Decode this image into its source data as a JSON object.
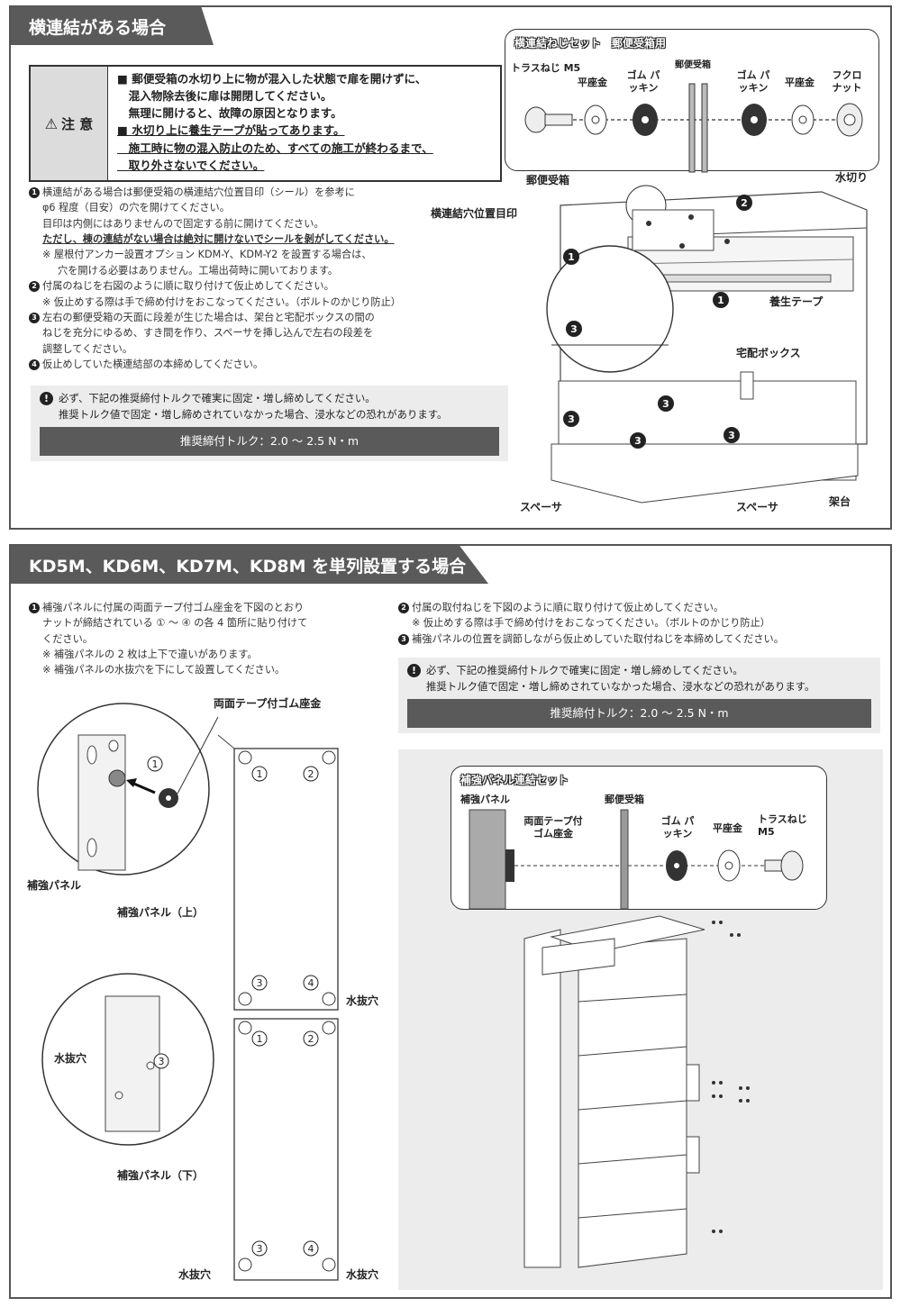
{
  "section1": {
    "title": "横連結がある場合",
    "caution_label": "注 意",
    "caution_lines": [
      "■ 郵便受箱の水切り上に物が混入した状態で扉を開けずに、",
      "　混入物除去後に扉は開閉してください。",
      "　無理に開けると、故障の原因となります。",
      "■ 水切り上に養生テープが貼ってあります。",
      "　施工時に物の混入防止のため、すべての施工が終わるまで、",
      "　取り外さないでください。"
    ],
    "steps": [
      "横連結がある場合は郵便受箱の横連結穴位置目印（シール）を参考に",
      "φ6 程度（目安）の穴を開けてください。",
      "目印は内側にはありませんので固定する前に開けてください。",
      "ただし、棟の連結がない場合は絶対に開けないでシールを剝がしてください。",
      "※ 屋根付アンカー設置オプション KDM-Y、KDM-Y2 を設置する場合は、",
      "穴を開ける必要はありません。工場出荷時に開いております。",
      "付属のねじを右図のように順に取り付けて仮止めしてください。",
      "※ 仮止めする際は手で締め付けをおこなってください。（ボルトのかじり防止）",
      "左右の郵便受箱の天面に段差が生じた場合は、架台と宅配ボックスの間の",
      "ねじを充分にゆるめ、すき間を作り、スペーサを挿し込んで左右の段差を",
      "調整してください。",
      "仮止めしていた横連結部の本締めしてください。"
    ],
    "warning_lines": [
      "必ず、下記の推奨締付トルクで確実に固定・増し締めしてください。",
      "推奨トルク値で固定・増し締めされていなかった場合、浸水などの恐れがあります。"
    ],
    "torque": "推奨締付トルク：2.0 ～ 2.5 N・m",
    "screw_set": {
      "title": "横連結ねじセット　郵便受箱用",
      "parts": [
        "トラスねじ M5",
        "平座金",
        "ゴム パッキン",
        "郵便受箱",
        "ゴム パッキン",
        "平座金",
        "フクロ ナット"
      ]
    },
    "labels": {
      "mailbox": "郵便受箱",
      "drain": "水切り",
      "hole_mark": "横連結穴位置目印",
      "tape": "養生テープ",
      "delivery_box": "宅配ボックス",
      "spacer1": "スペーサ",
      "spacer2": "スペーサ",
      "base": "架台"
    }
  },
  "section2": {
    "title": "KD5M、KD6M、KD7M、KD8M を単列設置する場合",
    "left_steps": [
      "補強パネルに付属の両面テープ付ゴム座金を下図のとおり",
      "ナットが締結されている ① ～ ④ の各 4 箇所に貼り付けて",
      "ください。",
      "※ 補強パネルの 2 枚は上下で違いがあります。",
      "※ 補強パネルの水抜穴を下にして設置してください。"
    ],
    "right_steps": [
      "付属の取付ねじを下図のように順に取り付けて仮止めしてください。",
      "※ 仮止めする際は手で締め付けをおこなってください。（ボルトのかじり防止）",
      "補強パネルの位置を調節しながら仮止めしていた取付ねじを本締めしてください。"
    ],
    "warning_lines": [
      "必ず、下記の推奨締付トルクで確実に固定・増し締めしてください。",
      "推奨トルク値で固定・増し締めされていなかった場合、浸水などの恐れがあります。"
    ],
    "torque": "推奨締付トルク：2.0 ～ 2.5 N・m",
    "labels": {
      "washer": "両面テープ付ゴム座金",
      "panel": "補強パネル",
      "panel_top": "補強パネル（上）",
      "panel_bottom": "補強パネル（下）",
      "drain_hole": "水抜穴"
    },
    "panel_set": {
      "title": "補強パネル連結セット",
      "parts": [
        "補強パネル",
        "両面テープ付 ゴム座金",
        "郵便受箱",
        "ゴム パッキン",
        "平座金",
        "トラスねじ M5"
      ]
    }
  }
}
